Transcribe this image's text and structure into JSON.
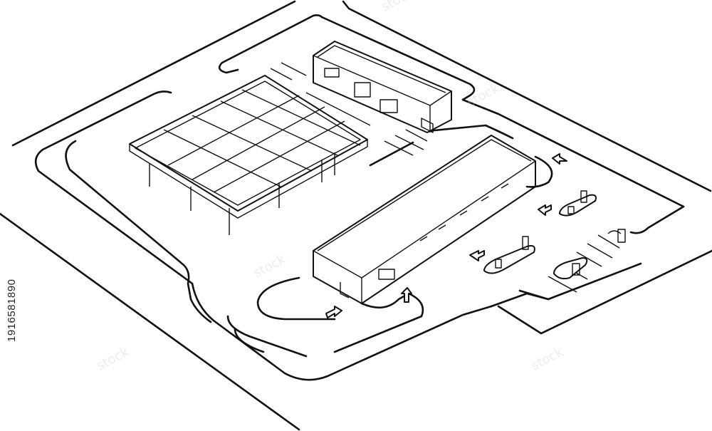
{
  "image": {
    "stock_id": "1916581890",
    "watermark_text": "stock",
    "colors": {
      "line": "#111111",
      "background": "#ffffff"
    }
  },
  "elements": {
    "convenience_store": "convenience-store-building",
    "fuel_canopy": "fuel-pump-canopy",
    "car_wash": "car-wash-tunnel",
    "vacuum_stations": "vacuum-islands",
    "arrows": "traffic-direction-arrows"
  }
}
